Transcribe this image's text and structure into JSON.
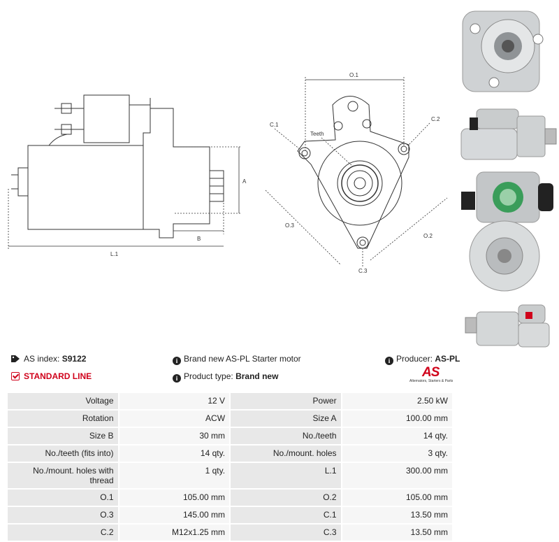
{
  "diagram_labels": {
    "side": {
      "a": "A",
      "b": "B",
      "l1": "L.1"
    },
    "front": {
      "o1": "O.1",
      "o2": "O.2",
      "o3": "O.3",
      "c1": "C.1",
      "c2": "C.2",
      "c3": "C.3",
      "teeth": "Teeth"
    }
  },
  "info": {
    "index_label": "AS index:",
    "index_value": "S9122",
    "line_label": "STANDARD LINE",
    "description": "Brand new AS-PL Starter motor",
    "product_type_label": "Product type:",
    "product_type_value": "Brand new",
    "producer_label": "Producer:",
    "producer_value": "AS-PL"
  },
  "logo": {
    "mark": "AS",
    "tagline": "Alternators, Starters & Parts"
  },
  "specs": [
    [
      "Voltage",
      "12 V",
      "Power",
      "2.50 kW"
    ],
    [
      "Rotation",
      "ACW",
      "Size A",
      "100.00 mm"
    ],
    [
      "Size B",
      "30 mm",
      "No./teeth",
      "14 qty."
    ],
    [
      "No./teeth (fits into)",
      "14 qty.",
      "No./mount. holes",
      "3 qty."
    ],
    [
      "No./mount. holes with thread",
      "1 qty.",
      "L.1",
      "300.00 mm"
    ],
    [
      "O.1",
      "105.00 mm",
      "O.2",
      "105.00 mm"
    ],
    [
      "O.3",
      "145.00 mm",
      "C.1",
      "13.50 mm"
    ],
    [
      "C.2",
      "M12x1.25 mm",
      "C.3",
      "13.50 mm"
    ]
  ]
}
